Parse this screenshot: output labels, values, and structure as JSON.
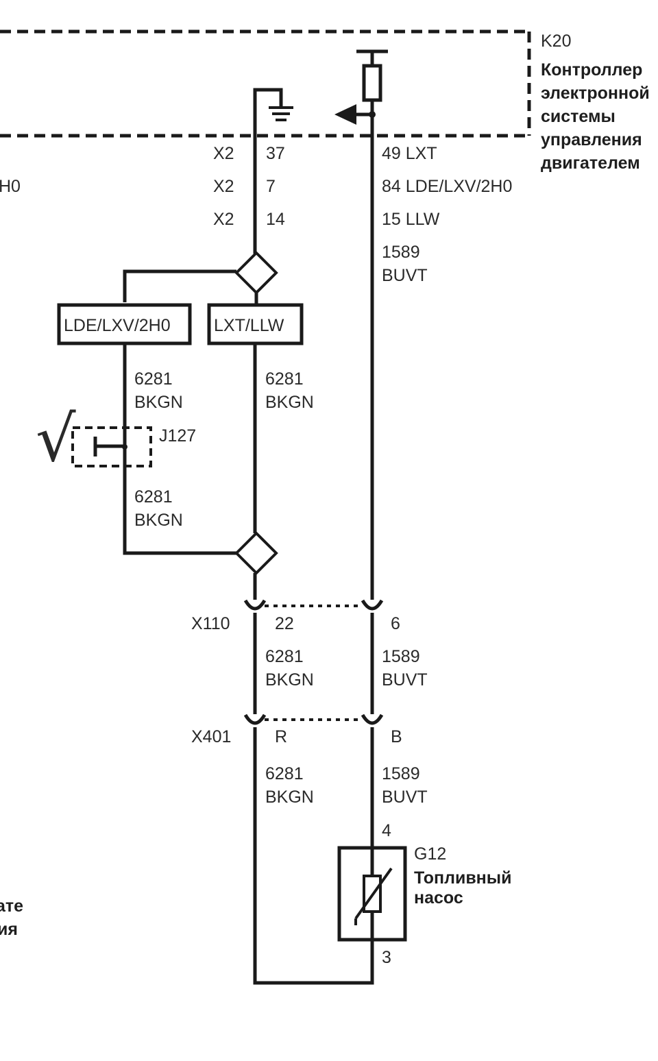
{
  "controller": {
    "ref": "K20",
    "name_lines": [
      "Контроллер",
      "электронной",
      "системы",
      "управления",
      "двигателем"
    ]
  },
  "x2_pins": [
    {
      "connector": "X2",
      "left_pin": "37",
      "right": "49  LXT"
    },
    {
      "connector": "X2",
      "left_pin": "7",
      "right": "84  LDE/LXV/2H0"
    },
    {
      "connector": "X2",
      "left_pin": "14",
      "right": "15  LLW"
    }
  ],
  "partial_left_texts": {
    "top": "H0",
    "bottom_lines": [
      "ате",
      "ия"
    ]
  },
  "wire_1589_top": {
    "circuit": "1589",
    "color": "BUVT"
  },
  "option_boxes": {
    "left": "LDE/LXV/2H0",
    "right": "LXT/LLW"
  },
  "wire_6281_left_upper": {
    "circuit": "6281",
    "color": "BKGN"
  },
  "wire_6281_right_upper": {
    "circuit": "6281",
    "color": "BKGN"
  },
  "jumper": {
    "ref": "J127",
    "check_mark": "√",
    "check_color": "#d42020"
  },
  "wire_6281_left_lower": {
    "circuit": "6281",
    "color": "BKGN"
  },
  "connector_x110": {
    "name": "X110",
    "left_pin": "22",
    "right_pin": "6"
  },
  "wire_6281_x110": {
    "circuit": "6281",
    "color": "BKGN"
  },
  "wire_1589_x110": {
    "circuit": "1589",
    "color": "BUVT"
  },
  "connector_x401": {
    "name": "X401",
    "left_pin": "R",
    "right_pin": "B"
  },
  "wire_6281_x401": {
    "circuit": "6281",
    "color": "BKGN"
  },
  "wire_1589_x401": {
    "circuit": "1589",
    "color": "BUVT"
  },
  "fuel_pump": {
    "ref": "G12",
    "name_lines": [
      "Топливный",
      "насос"
    ],
    "pin_top": "4",
    "pin_bottom": "3"
  }
}
